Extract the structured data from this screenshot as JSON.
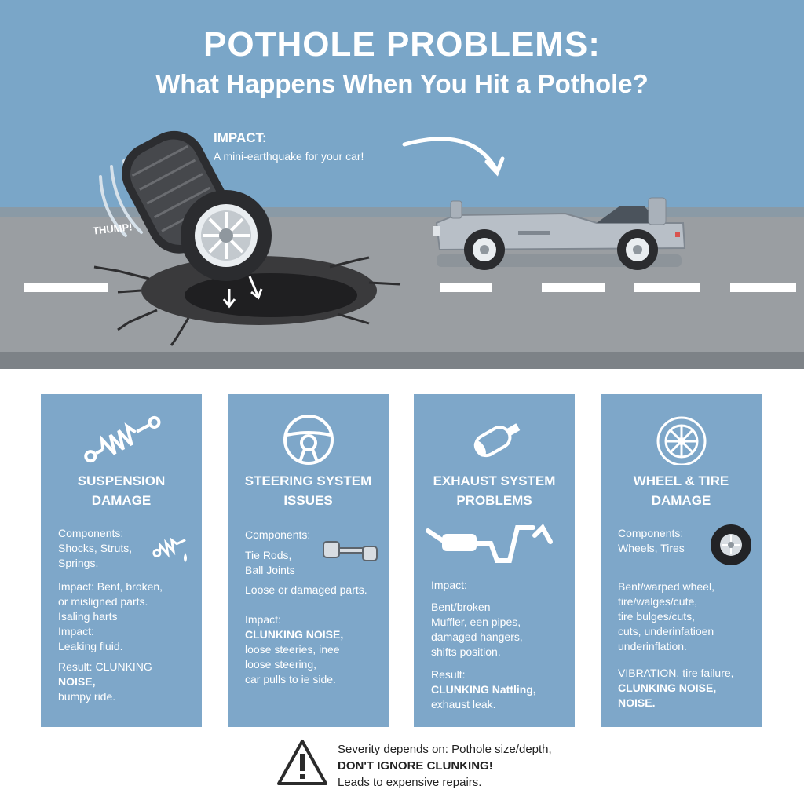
{
  "header": {
    "title": "POTHOLE PROBLEMS:",
    "subtitle": "What Happens When You Hit a Pothole?"
  },
  "scene": {
    "impact_title": "IMPACT:",
    "impact_text": "A mini-earthquake for your car!",
    "sound": "THUMP!"
  },
  "cards": [
    {
      "icon": "shock-absorber-icon",
      "title_l1": "SUSPENSION",
      "title_l2": "DAMAGE",
      "components_label": "Components:",
      "components": [
        "Shocks, Struts,",
        "Springs."
      ],
      "impact": [
        "Impact: Bent, broken,",
        "or misligned parts.",
        "Isaling harts",
        "Impact:",
        "Leaking fluid."
      ],
      "result": [
        "Result: CLUNKING",
        "NOISE,",
        "bumpy ride."
      ]
    },
    {
      "icon": "steering-wheel-icon",
      "title_l1": "STEERING SYSTEM",
      "title_l2": "ISSUES",
      "components_label": "Components:",
      "components": [
        "Tie Rods,",
        "Ball Joints"
      ],
      "note": "Loose or damaged parts.",
      "impact": [
        "Impact:",
        "CLUNKING NOISE,",
        "loose steeries, inee",
        "loose steering,",
        "car pulls to ie side."
      ]
    },
    {
      "icon": "muffler-icon",
      "title_l1": "EXHAUST SYSTEM",
      "title_l2": "PROBLEMS",
      "impact_label": "Impact:",
      "impact": [
        "Bent/broken",
        "Muffler, een pipes,",
        "damaged hangers,",
        "shifts position."
      ],
      "result": [
        "Result:",
        "CLUNKING Nattling,",
        "exhaust leak."
      ]
    },
    {
      "icon": "wheel-icon",
      "title_l1": "WHEEL & TIRE",
      "title_l2": "DAMAGE",
      "components_label": "Components:",
      "components": [
        "Wheels, Tires"
      ],
      "impact": [
        "Bent/warped wheel,",
        "tire/walges/cute,",
        "tire bulges/cuts,",
        "cuts, underinfatioen",
        "underinflation."
      ],
      "result": [
        "VIBRATION, tire failure,",
        "CLUNKING NOISE,",
        "NOISE."
      ]
    }
  ],
  "footer": {
    "line1": "Severity depends on: Pothole size/depth,",
    "line2": "DON'T IGNORE CLUNKING!",
    "line3": "Leads to expensive repairs."
  }
}
